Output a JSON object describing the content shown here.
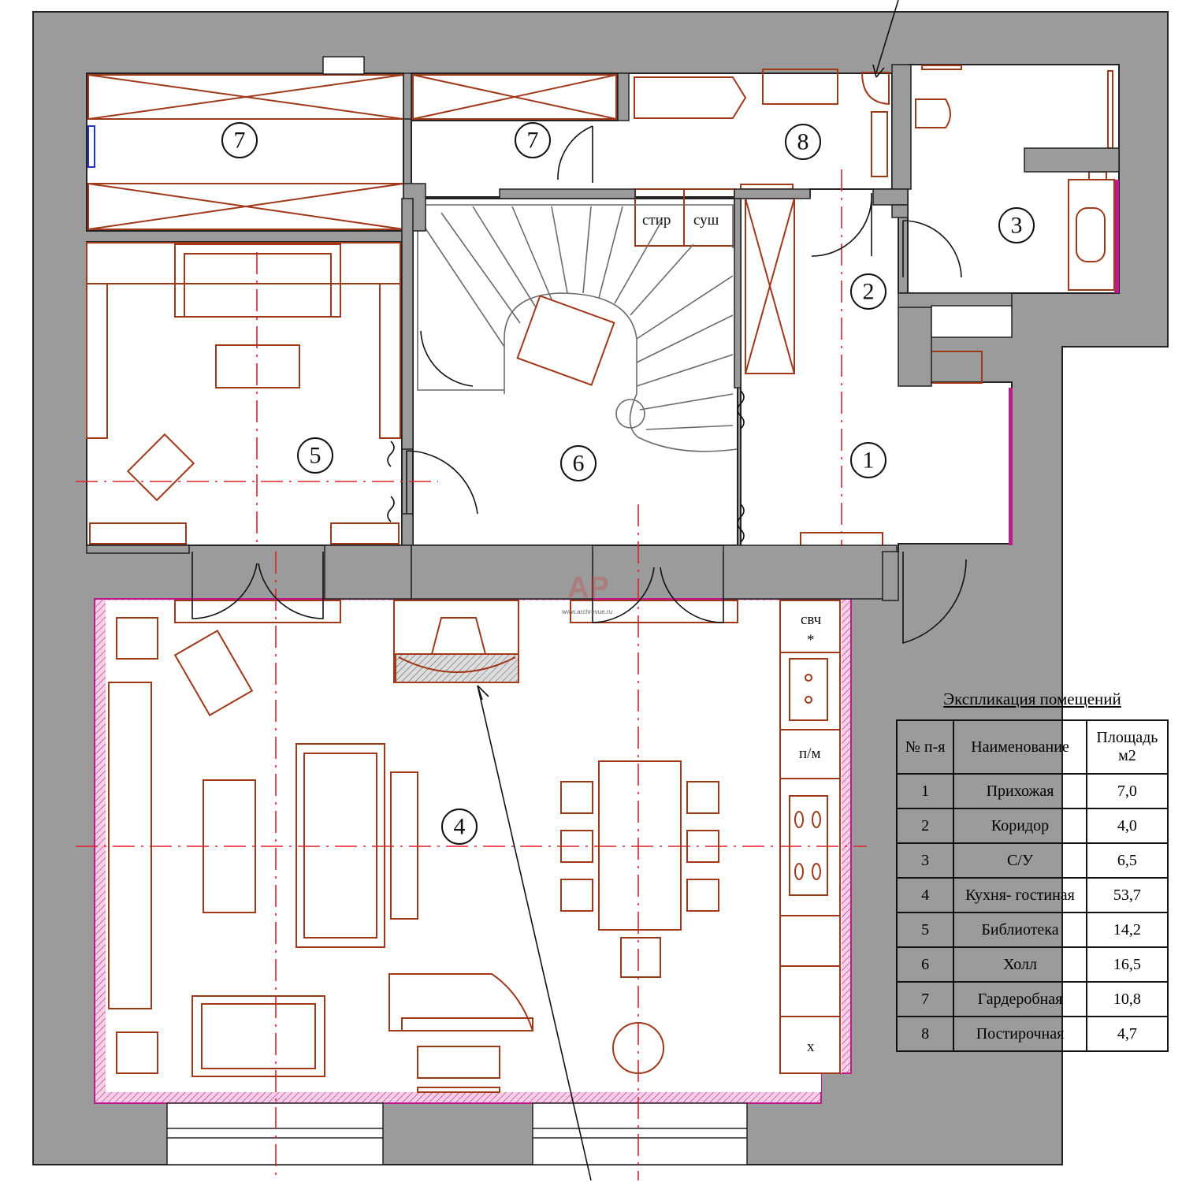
{
  "rooms": [
    {
      "id": "1",
      "label": "1"
    },
    {
      "id": "2",
      "label": "2"
    },
    {
      "id": "3",
      "label": "3"
    },
    {
      "id": "4",
      "label": "4"
    },
    {
      "id": "5",
      "label": "5"
    },
    {
      "id": "6",
      "label": "6"
    },
    {
      "id": "7a",
      "label": "7"
    },
    {
      "id": "7b",
      "label": "7"
    },
    {
      "id": "8",
      "label": "8"
    }
  ],
  "appliances": {
    "washer": "стир",
    "dryer": "суш",
    "microwave": "свч",
    "star": "*",
    "dishwasher": "п/м",
    "fridge": "х"
  },
  "explication": {
    "title": "Экспликация помещений",
    "headers": {
      "num": "№ п-я",
      "name": "Наименование",
      "area": "Площадь м2"
    },
    "rows": [
      {
        "num": "1",
        "name": "Прихожая",
        "area": "7,0"
      },
      {
        "num": "2",
        "name": "Коридор",
        "area": "4,0"
      },
      {
        "num": "3",
        "name": "С/У",
        "area": "6,5"
      },
      {
        "num": "4",
        "name": "Кухня- гостиная",
        "area": "53,7"
      },
      {
        "num": "5",
        "name": "Библиотека",
        "area": "14,2"
      },
      {
        "num": "6",
        "name": "Холл",
        "area": "16,5"
      },
      {
        "num": "7",
        "name": "Гардеробная",
        "area": "10,8"
      },
      {
        "num": "8",
        "name": "Постирочная",
        "area": "4,7"
      }
    ]
  },
  "watermark": {
    "logo": "AP",
    "url": "www.archrevue.ru"
  },
  "colors": {
    "wall": "#9b9b9b",
    "furniture": "#a0381a",
    "axis": "#e0202a",
    "hatch": "#c0198c"
  }
}
